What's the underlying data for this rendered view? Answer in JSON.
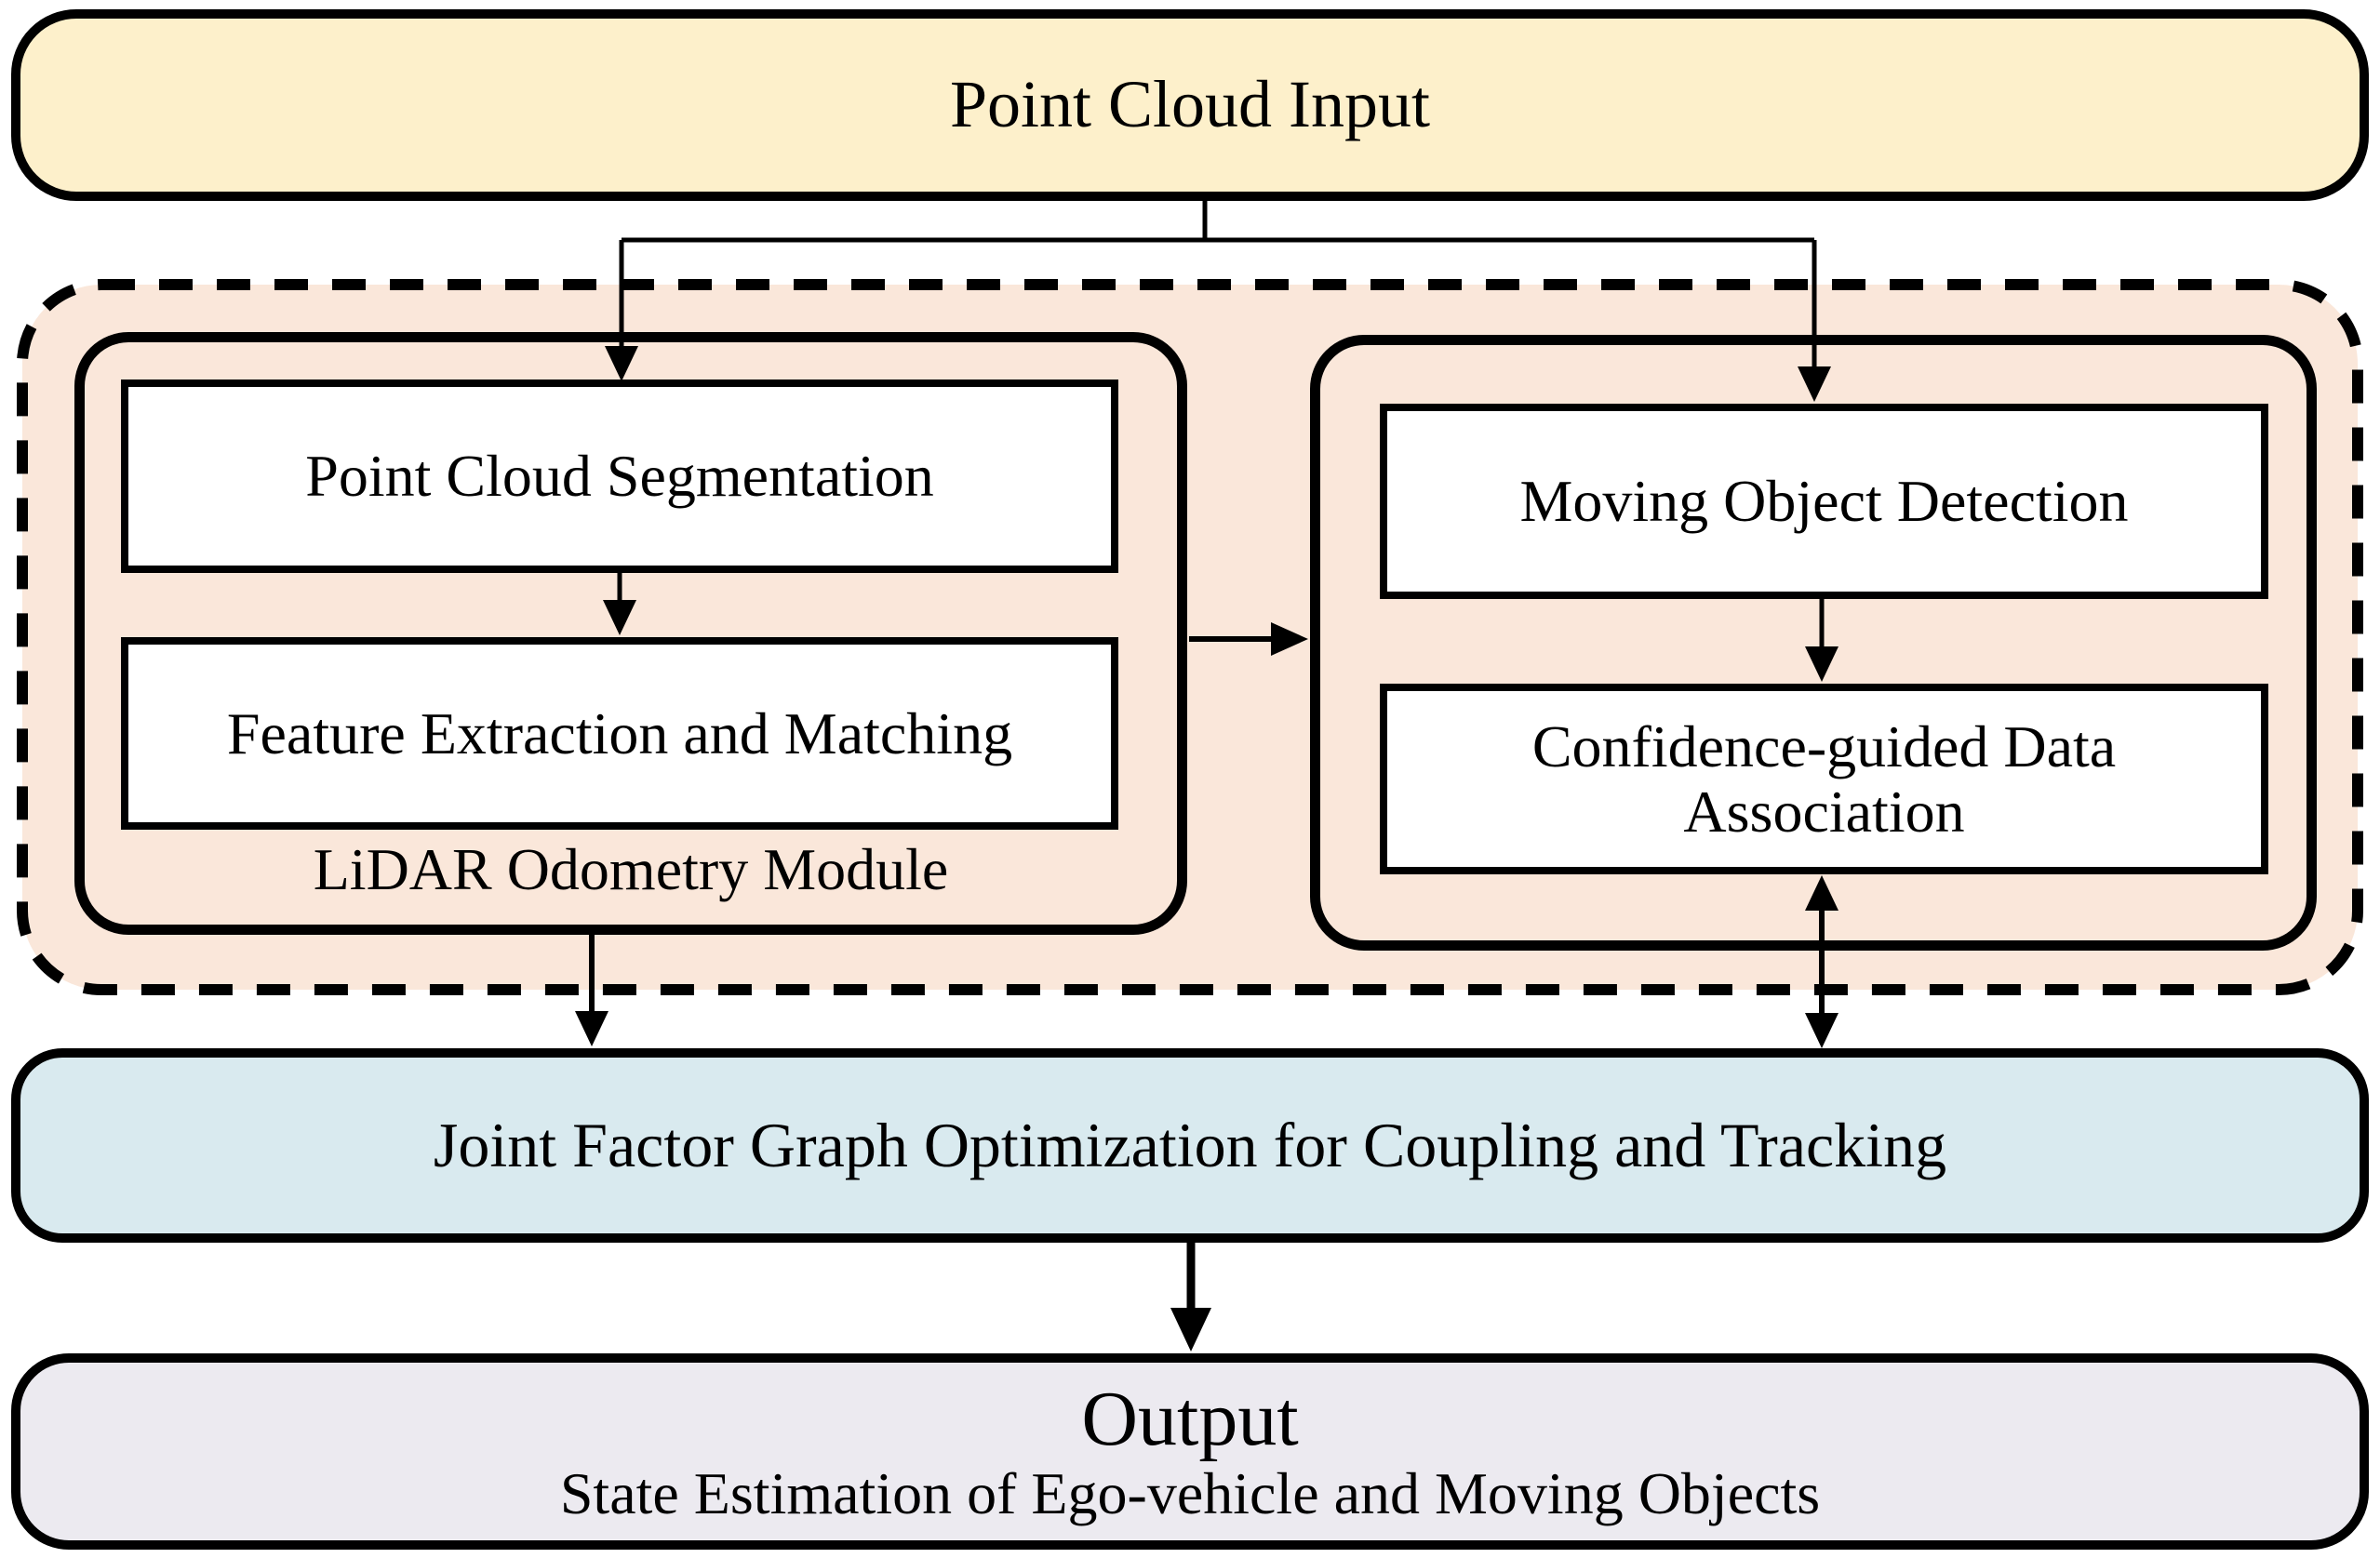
{
  "input_box": {
    "label": "Point Cloud Input"
  },
  "pipeline": {
    "odometry_module": {
      "caption": "LiDAR Odometry Module",
      "steps": [
        {
          "label": "Point Cloud Segmentation"
        },
        {
          "label": "Feature Extraction and Matching"
        }
      ]
    },
    "tracking_module": {
      "steps": [
        {
          "label": "Moving Object Detection"
        },
        {
          "label": "Confidence-guided Data Association"
        }
      ]
    }
  },
  "optimization_box": {
    "label": "Joint Factor Graph Optimization for Coupling and Tracking"
  },
  "output_box": {
    "title": "Output",
    "subtitle": "State Estimation of Ego-vehicle and Moving Objects"
  },
  "colors": {
    "input_fill": "#FDF0CB",
    "dashed_container_fill": "#FAE7DA",
    "optimization_fill": "#D9EAEF",
    "output_fill": "#ECEAF0",
    "line_stroke": "#000000"
  }
}
